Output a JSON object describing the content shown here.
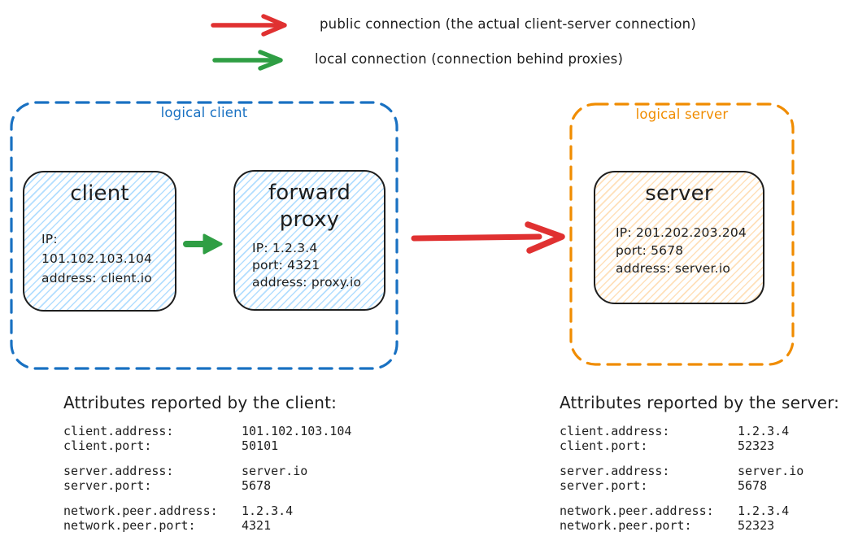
{
  "colors": {
    "public_connection": "#e03131",
    "local_connection": "#2f9e44",
    "logical_client": "#1971c2",
    "logical_server": "#f08c00",
    "node_border": "#1e1e1e",
    "client_fill": "#a5d8ff",
    "server_fill": "#ffd8a8"
  },
  "legend": {
    "public": {
      "label": "public connection (the actual client-server connection)"
    },
    "local": {
      "label": "local connection (connection behind proxies)"
    }
  },
  "logical_client": {
    "label": "logical client",
    "client_node": {
      "title": "client",
      "lines": {
        "0": "IP: 101.102.103.104",
        "1": "address: client.io"
      }
    },
    "proxy_node": {
      "title": "forward proxy",
      "lines": {
        "0": "IP: 1.2.3.4",
        "1": "port: 4321",
        "2": "address: proxy.io"
      }
    }
  },
  "logical_server": {
    "label": "logical server",
    "server_node": {
      "title": "server",
      "lines": {
        "0": "IP: 201.202.203.204",
        "1": "port: 5678",
        "2": "address: server.io"
      }
    }
  },
  "client_attributes": {
    "heading": "Attributes reported by the client:",
    "rows": {
      "0": {
        "key": "client.address:",
        "value": "101.102.103.104"
      },
      "1": {
        "key": "client.port:",
        "value": "50101"
      },
      "2": {
        "key": "server.address:",
        "value": "server.io"
      },
      "3": {
        "key": "server.port:",
        "value": "5678"
      },
      "4": {
        "key": "network.peer.address:",
        "value": "1.2.3.4"
      },
      "5": {
        "key": "network.peer.port:",
        "value": "4321"
      }
    }
  },
  "server_attributes": {
    "heading": "Attributes reported by the server:",
    "rows": {
      "0": {
        "key": "client.address:",
        "value": "1.2.3.4"
      },
      "1": {
        "key": "client.port:",
        "value": "52323"
      },
      "2": {
        "key": "server.address:",
        "value": "server.io"
      },
      "3": {
        "key": "server.port:",
        "value": "5678"
      },
      "4": {
        "key": "network.peer.address:",
        "value": "1.2.3.4"
      },
      "5": {
        "key": "network.peer.port:",
        "value": "52323"
      }
    }
  }
}
